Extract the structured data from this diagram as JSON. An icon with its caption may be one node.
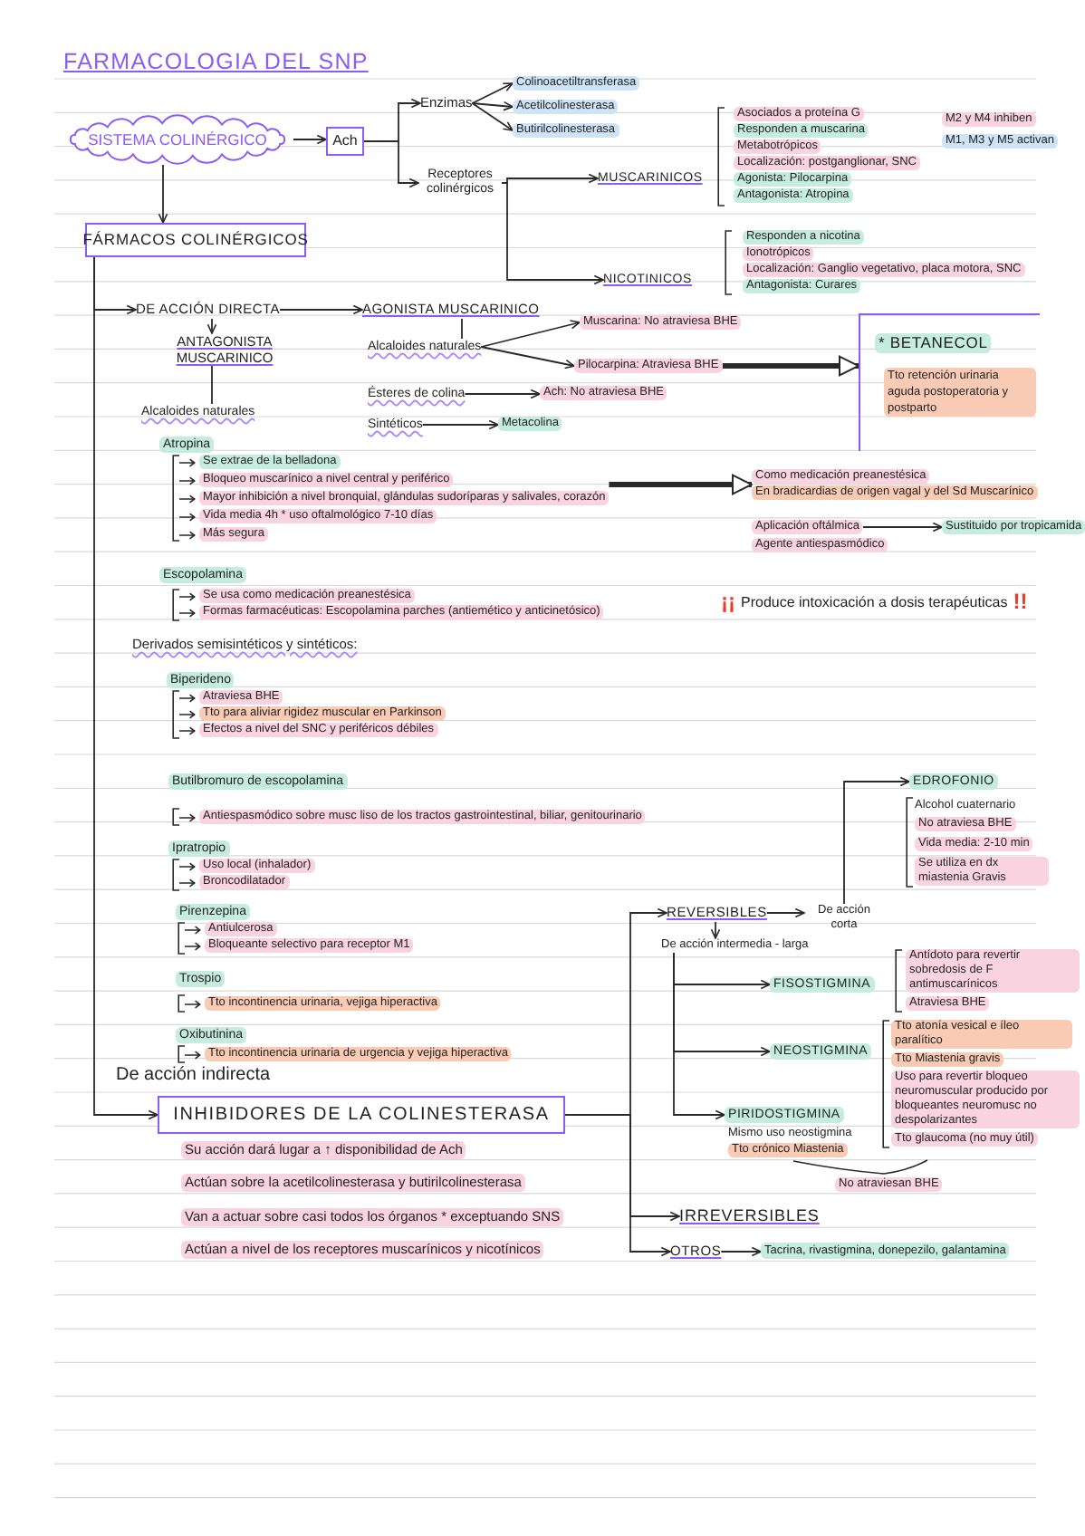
{
  "diagram": {
    "title": "FARMACOLOGIA DEL SNP",
    "nodes": [
      {
        "text": [
          "SISTEMA COLINÉRGICO"
        ]
      },
      {
        "text": [
          "Ach"
        ]
      },
      {
        "text": [
          "Enzimas"
        ]
      },
      {
        "text": [
          "Colinoacetiltransferasa"
        ]
      },
      {
        "text": [
          "Acetilcolinesterasa"
        ]
      },
      {
        "text": [
          "Butirilcolinesterasa"
        ]
      },
      {
        "text": [
          "Receptores colinérgicos"
        ]
      },
      {
        "text": [
          "MUSCARINICOS"
        ]
      },
      {
        "text": [
          "NICOTINICOS"
        ]
      },
      {
        "text": [
          "FÁRMACOS COLINÉRGICOS"
        ]
      },
      {
        "text": [
          "DE ACCIÓN DIRECTA"
        ]
      },
      {
        "text": [
          "AGONISTA MUSCARINICO"
        ]
      },
      {
        "text": [
          "ANTAGONISTA MUSCARINICO"
        ]
      },
      {
        "text": [
          "Alcaloides naturales"
        ]
      },
      {
        "text": [
          "Muscarina: No atraviesa BHE"
        ]
      },
      {
        "text": [
          "Pilocarpina: Atraviesa BHE"
        ]
      },
      {
        "text": [
          "Ésteres de colina"
        ]
      },
      {
        "text": [
          "Ach: No atraviesa BHE"
        ]
      },
      {
        "text": [
          "Sintéticos"
        ]
      },
      {
        "text": [
          "Metacolina"
        ]
      },
      {
        "text": [
          "* BETANECOL",
          "Tto retención urinaria aguda postoperatoria y postparto"
        ]
      },
      {
        "text": [
          "Alcaloides naturales"
        ]
      },
      {
        "text": [
          "Atropina",
          "Se extrae de la belladona",
          "Bloqueo muscarínico a nivel central y periférico",
          "Mayor inhibición a nivel bronquial, glándulas sudoríparas y salivales, corazón",
          "Vida media 4h * uso oftalmológico 7-10 días",
          "Más segura"
        ]
      },
      {
        "text": [
          "Como medicación preanestésica",
          "En bradicardias de origen vagal y del Sd Muscarínico"
        ]
      },
      {
        "text": [
          "Aplicación oftálmica"
        ]
      },
      {
        "text": [
          "Sustituido por tropicamida"
        ]
      },
      {
        "text": [
          "INHIBIDORES DE LA COLINESTERASA"
        ]
      },
      {
        "text": [
          "REVERSIBLES"
        ]
      },
      {
        "text": [
          "De acción corta"
        ]
      },
      {
        "text": [
          "EDROFONIO"
        ]
      },
      {
        "text": [
          "De acción intermedia - larga"
        ]
      },
      {
        "text": [
          "FISOSTIGMINA"
        ]
      },
      {
        "text": [
          "NEOSTIGMINA"
        ]
      },
      {
        "text": [
          "PIRIDOSTIGMINA"
        ]
      },
      {
        "text": [
          "IRREVERSIBLES"
        ]
      },
      {
        "text": [
          "OTROS"
        ]
      },
      {
        "text": [
          "Tacrina, rivastigmina, donepezilo, galantamina"
        ]
      }
    ],
    "edges": [
      {
        "from": 0,
        "to": 1,
        "arrow": "to"
      },
      {
        "from": 0,
        "to": 9,
        "arrow": "to"
      },
      {
        "from": 1,
        "to": 2,
        "arrow": "to"
      },
      {
        "from": 1,
        "to": 6,
        "arrow": "to"
      },
      {
        "from": 2,
        "to": 3,
        "arrow": "to"
      },
      {
        "from": 2,
        "to": 4,
        "arrow": "to"
      },
      {
        "from": 2,
        "to": 5,
        "arrow": "to"
      },
      {
        "from": 6,
        "to": 7,
        "arrow": "to"
      },
      {
        "from": 6,
        "to": 8,
        "arrow": "to"
      },
      {
        "from": 9,
        "to": 10,
        "arrow": "to"
      },
      {
        "from": 9,
        "to": 26,
        "arrow": "to",
        "label": "De acción indirecta"
      },
      {
        "from": 10,
        "to": 11,
        "arrow": "to"
      },
      {
        "from": 10,
        "to": 12,
        "arrow": "to"
      },
      {
        "from": 11,
        "to": 13,
        "arrow": "none"
      },
      {
        "from": 13,
        "to": 14,
        "arrow": "to"
      },
      {
        "from": 13,
        "to": 15,
        "arrow": "to"
      },
      {
        "from": 16,
        "to": 17,
        "arrow": "to"
      },
      {
        "from": 18,
        "to": 19,
        "arrow": "to"
      },
      {
        "from": 15,
        "to": 20,
        "arrow": "to",
        "style": "thick"
      },
      {
        "from": 12,
        "to": 21,
        "arrow": "none"
      },
      {
        "from": 22,
        "to": 23,
        "arrow": "to",
        "style": "thick"
      },
      {
        "from": 24,
        "to": 25,
        "arrow": "to"
      },
      {
        "from": 26,
        "to": 27,
        "arrow": "to"
      },
      {
        "from": 26,
        "to": 34,
        "arrow": "to"
      },
      {
        "from": 26,
        "to": 35,
        "arrow": "to"
      },
      {
        "from": 27,
        "to": 28,
        "arrow": "to"
      },
      {
        "from": 28,
        "to": 29,
        "arrow": "to"
      },
      {
        "from": 27,
        "to": 30,
        "arrow": "to"
      },
      {
        "from": 30,
        "to": 31,
        "arrow": "to"
      },
      {
        "from": 30,
        "to": 32,
        "arrow": "to"
      },
      {
        "from": 30,
        "to": 33,
        "arrow": "to"
      },
      {
        "from": 35,
        "to": 36,
        "arrow": "to"
      }
    ],
    "labels": [
      "Asociados a proteína G",
      "Responden a muscarina",
      "Metabotrópicos",
      "Localización: postganglionar, SNC",
      "Agonista: Pilocarpina",
      "Antagonista: Atropina",
      "M2 y M4 inhiben",
      "M1, M3 y M5 activan",
      "Responden a nicotina",
      "Ionotrópicos",
      "Localización: Ganglio vegetativo, placa motora, SNC",
      "Antagonista: Curares",
      "Agente antiespasmódico",
      "Escopolamina",
      "Se usa como medicación preanestésica",
      "Formas farmacéuticas: Escopolamina parches (antiemético y anticinetósico)",
      "¡¡",
      "Produce intoxicación a dosis terapéuticas",
      "!!",
      "Derivados semisintéticos y sintéticos:",
      "Biperideno",
      "Atraviesa BHE",
      "Tto para aliviar rigidez muscular en Parkinson",
      "Efectos a nivel del SNC y periféricos débiles",
      "Butilbromuro de escopolamina",
      "Antiespasmódico sobre musc liso de los tractos gastrointestinal, biliar, genitourinario",
      "Ipratropio",
      "Uso local (inhalador)",
      "Broncodilatador",
      "Pirenzepina",
      "Antiulcerosa",
      "Bloqueante selectivo para receptor M1",
      "Trospio",
      "Tto incontinencia urinaria, vejiga hiperactiva",
      "Oxibutinina",
      "Tto incontinencia urinaria de urgencia y vejiga hiperactiva",
      "Su acción dará lugar a ↑ disponibilidad de Ach",
      "Actúan sobre la acetilcolinesterasa y butirilcolinesterasa",
      "Van a actuar sobre casi todos los órganos * exceptuando SNS",
      "Actúan a nivel de los receptores muscarínicos y nicotínicos",
      "Alcohol cuaternario",
      "No atraviesa BHE",
      "Vida media: 2-10 min",
      "Se utiliza en dx miastenia Gravis",
      "Antídoto para revertir sobredosis de F antimuscarínicos",
      "Atraviesa BHE",
      "Tto atonía vesical e íleo paralítico",
      "Tto Miastenia gravis",
      "Uso para revertir bloqueo neuromuscular producido por bloqueantes neuromusc no despolarizantes",
      "Tto glaucoma (no muy útil)",
      "Mismo uso neostigmina",
      "Tto crónico Miastenia",
      "No atraviesan BHE"
    ]
  }
}
